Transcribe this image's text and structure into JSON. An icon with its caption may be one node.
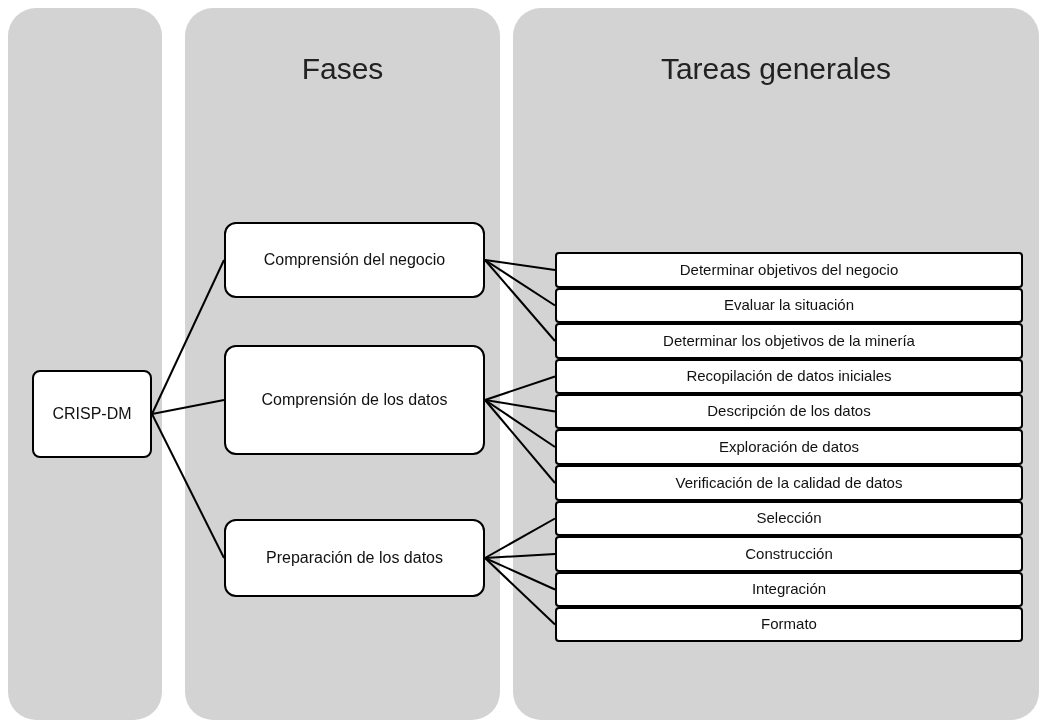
{
  "diagram": {
    "nodes": [
      {
        "text": [],
        "shape": "box"
      },
      {
        "text": [
          "Fases"
        ]
      },
      {
        "text": [
          "Tareas generales"
        ]
      },
      {
        "text": [
          "CRISP-DM"
        ],
        "in": 0
      },
      {
        "text": [
          "Comprensión del negocio"
        ],
        "in": 1
      },
      {
        "text": [
          "Comprensión de los datos"
        ],
        "in": 1
      },
      {
        "text": [
          "Preparación de los datos"
        ],
        "in": 1
      },
      {
        "text": [
          "Determinar objetivos del negocio"
        ],
        "in": 2
      },
      {
        "text": [
          "Evaluar la situación"
        ],
        "in": 2
      },
      {
        "text": [
          "Determinar los objetivos de la minería"
        ],
        "in": 2
      },
      {
        "text": [
          "Recopilación de datos iniciales"
        ],
        "in": 2
      },
      {
        "text": [
          "Descripción de los datos"
        ],
        "in": 2
      },
      {
        "text": [
          "Exploración de datos"
        ],
        "in": 2
      },
      {
        "text": [
          "Verificación de la calidad de  datos"
        ],
        "in": 2
      },
      {
        "text": [
          "Selección"
        ],
        "in": 2
      },
      {
        "text": [
          "Construcción"
        ],
        "in": 2
      },
      {
        "text": [
          "Integración"
        ],
        "in": 2
      },
      {
        "text": [
          "Formato"
        ],
        "in": 2
      }
    ],
    "edges": [
      {
        "from": 3,
        "to": 4,
        "arrow": "none"
      },
      {
        "from": 3,
        "to": 5,
        "arrow": "none"
      },
      {
        "from": 3,
        "to": 6,
        "arrow": "none"
      },
      {
        "from": 4,
        "to": 7,
        "arrow": "none"
      },
      {
        "from": 4,
        "to": 8,
        "arrow": "none"
      },
      {
        "from": 4,
        "to": 9,
        "arrow": "none"
      },
      {
        "from": 5,
        "to": 10,
        "arrow": "none"
      },
      {
        "from": 5,
        "to": 11,
        "arrow": "none"
      },
      {
        "from": 5,
        "to": 12,
        "arrow": "none"
      },
      {
        "from": 5,
        "to": 13,
        "arrow": "none"
      },
      {
        "from": 6,
        "to": 14,
        "arrow": "none"
      },
      {
        "from": 6,
        "to": 15,
        "arrow": "none"
      },
      {
        "from": 6,
        "to": 16,
        "arrow": "none"
      },
      {
        "from": 6,
        "to": 17,
        "arrow": "none"
      }
    ]
  }
}
